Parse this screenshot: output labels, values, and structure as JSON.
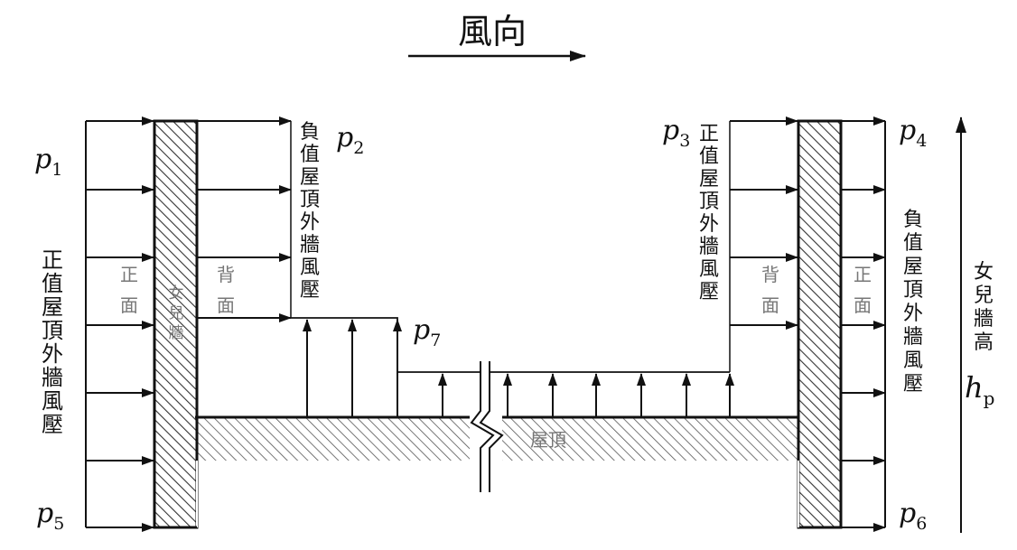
{
  "title": "風向",
  "labels": {
    "p1": "p",
    "p1_sub": "1",
    "p2": "p",
    "p2_sub": "2",
    "p3": "p",
    "p3_sub": "3",
    "p4": "p",
    "p4_sub": "4",
    "p5": "p",
    "p5_sub": "5",
    "p6": "p",
    "p6_sub": "6",
    "p7": "p",
    "p7_sub": "7",
    "hp": "h",
    "hp_sub": "p"
  },
  "texts": {
    "left_outer_positive": [
      "正",
      "值",
      "屋",
      "頂",
      "外",
      "牆",
      "風",
      "壓"
    ],
    "left_back_negative": [
      "負",
      "值",
      "屋",
      "頂",
      "外",
      "牆",
      "風",
      "壓"
    ],
    "right_inner_positive": [
      "正",
      "值",
      "屋",
      "頂",
      "外",
      "牆",
      "風",
      "壓"
    ],
    "right_outer_negative": [
      "負",
      "值",
      "屋",
      "頂",
      "外",
      "牆",
      "風",
      "壓"
    ],
    "parapet_height": [
      "女",
      "兒",
      "牆",
      "高"
    ],
    "left_front": [
      "正",
      "面"
    ],
    "left_back": [
      "背",
      "面"
    ],
    "right_back": [
      "背",
      "面"
    ],
    "right_front": [
      "正",
      "面"
    ],
    "left_parapet": [
      "女",
      "兒",
      "牆"
    ],
    "roof": "屋頂"
  },
  "colors": {
    "line": "#111111",
    "hatch": "#333333",
    "faint_text": "#777777"
  }
}
